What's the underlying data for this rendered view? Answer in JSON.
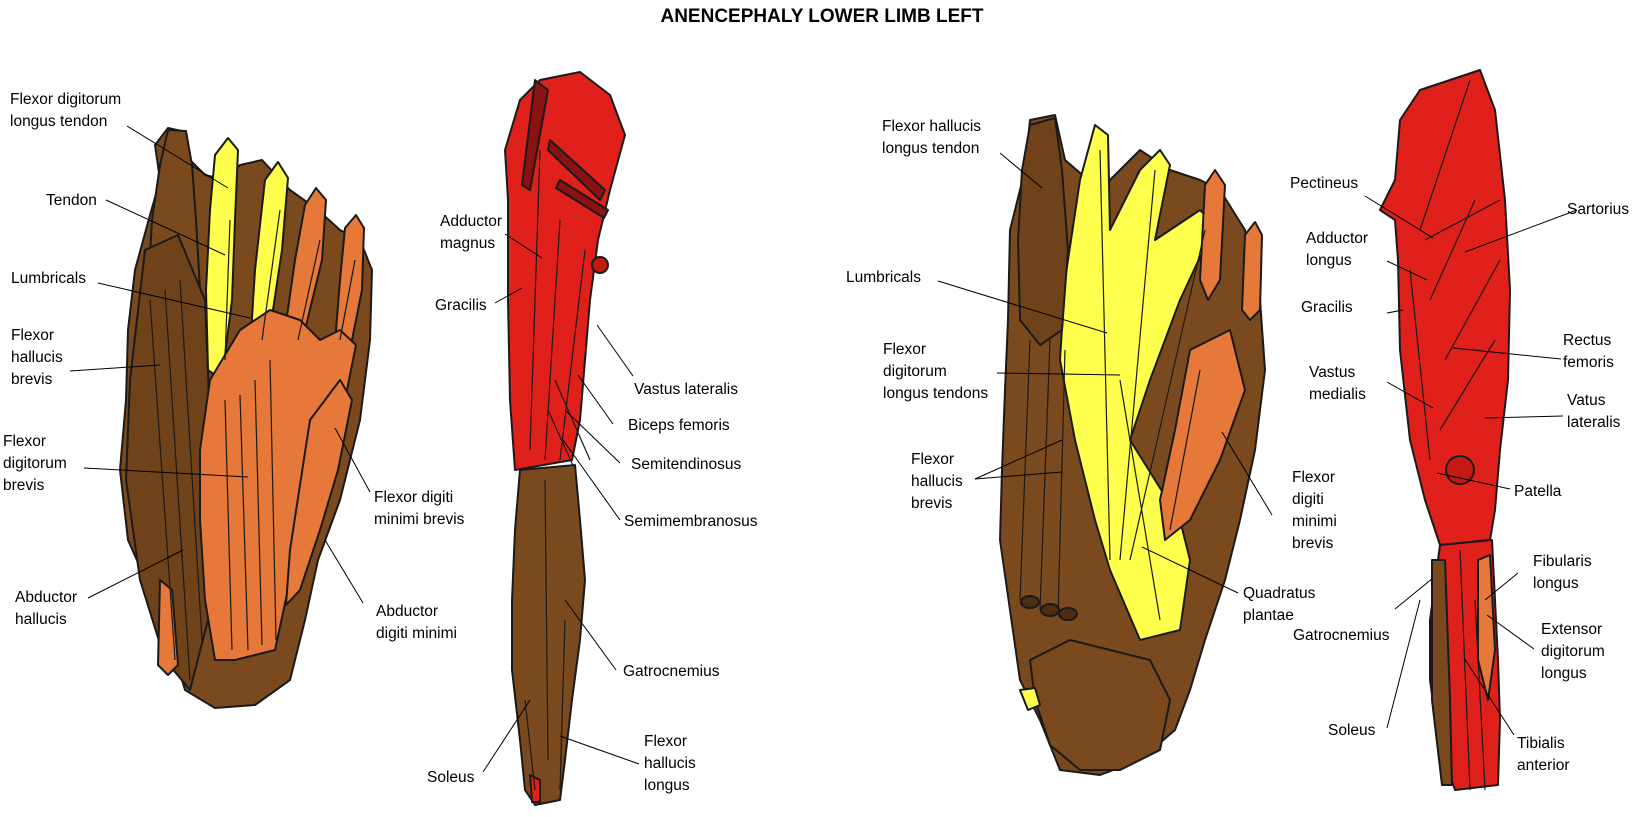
{
  "title": "ANENCEPHALY LOWER LIMB LEFT",
  "colors": {
    "bone": "#7a4a1e",
    "muscle": "#e0201a",
    "tendon": "#ffff4d",
    "orange": "#e6783a",
    "outline": "#1a1a1a"
  },
  "panels": [
    {
      "view": "foot-plantar-left",
      "labels": [
        {
          "lines": [
            "Flexor digitorum",
            "longus tendon"
          ]
        },
        {
          "lines": [
            "Tendon"
          ]
        },
        {
          "lines": [
            "Lumbricals"
          ]
        },
        {
          "lines": [
            "Flexor",
            "hallucis",
            "brevis"
          ]
        },
        {
          "lines": [
            "Flexor",
            "digitorum",
            "brevis"
          ]
        },
        {
          "lines": [
            "Abductor",
            "hallucis"
          ]
        },
        {
          "lines": [
            "Flexor digiti",
            "minimi brevis"
          ]
        },
        {
          "lines": [
            "Abductor",
            "digiti minimi"
          ]
        }
      ]
    },
    {
      "view": "leg-posterior",
      "labels": [
        {
          "lines": [
            "Adductor",
            "magnus"
          ]
        },
        {
          "lines": [
            "Gracilis"
          ]
        },
        {
          "lines": [
            "Vastus lateralis"
          ]
        },
        {
          "lines": [
            "Biceps femoris"
          ]
        },
        {
          "lines": [
            "Semitendinosus"
          ]
        },
        {
          "lines": [
            "Semimembranosus"
          ]
        },
        {
          "lines": [
            "Gatrocnemius"
          ]
        },
        {
          "lines": [
            "Soleus"
          ]
        },
        {
          "lines": [
            "Flexor",
            "hallucis",
            "longus"
          ]
        }
      ]
    },
    {
      "view": "foot-plantar-deep",
      "labels": [
        {
          "lines": [
            "Flexor hallucis",
            "longus tendon"
          ]
        },
        {
          "lines": [
            "Lumbricals"
          ]
        },
        {
          "lines": [
            "Flexor",
            "digitorum",
            "longus tendons"
          ]
        },
        {
          "lines": [
            "Flexor",
            "hallucis",
            "brevis"
          ]
        },
        {
          "lines": [
            "Flexor",
            "digiti",
            "minimi",
            "brevis"
          ]
        },
        {
          "lines": [
            "Quadratus",
            "plantae"
          ]
        }
      ]
    },
    {
      "view": "leg-anterior",
      "labels": [
        {
          "lines": [
            "Pectineus"
          ]
        },
        {
          "lines": [
            "Adductor",
            "longus"
          ]
        },
        {
          "lines": [
            "Gracilis"
          ]
        },
        {
          "lines": [
            "Vastus",
            "medialis"
          ]
        },
        {
          "lines": [
            "Sartorius"
          ]
        },
        {
          "lines": [
            "Rectus",
            "femoris"
          ]
        },
        {
          "lines": [
            "Vatus",
            "lateralis"
          ]
        },
        {
          "lines": [
            "Patella"
          ]
        },
        {
          "lines": [
            "Fibularis",
            "longus"
          ]
        },
        {
          "lines": [
            "Gatrocnemius"
          ]
        },
        {
          "lines": [
            "Soleus"
          ]
        },
        {
          "lines": [
            "Extensor",
            "digitorum",
            "longus"
          ]
        },
        {
          "lines": [
            "Tibialis",
            "anterior"
          ]
        }
      ]
    }
  ]
}
